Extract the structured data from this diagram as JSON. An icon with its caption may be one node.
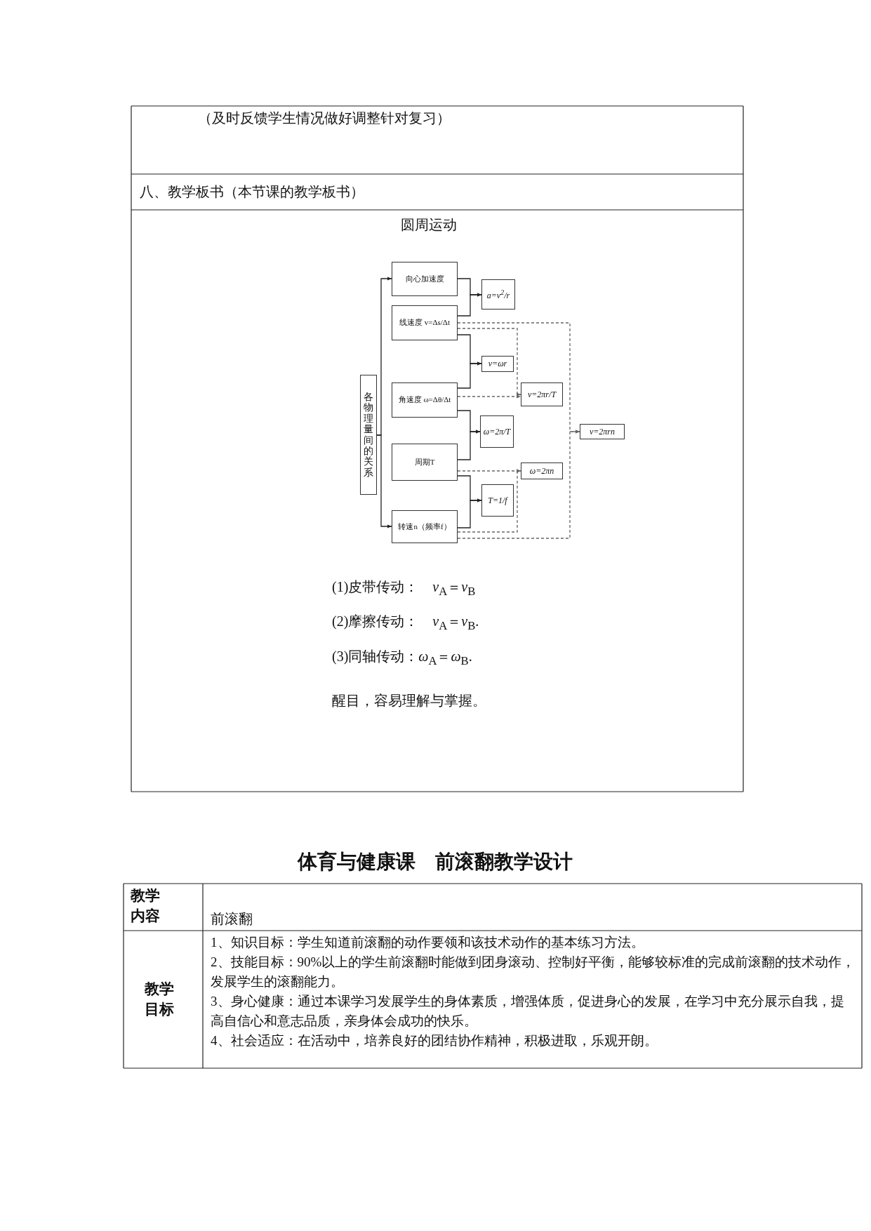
{
  "diagram": {
    "nodes": [
      {
        "text": [
          "各物理量间的关系"
        ]
      },
      {
        "text": [
          "向心加速度"
        ]
      },
      {
        "text": [
          "线速度 v=Δs/Δt"
        ]
      },
      {
        "text": [
          "角速度 ω=Δθ/Δt"
        ]
      },
      {
        "text": [
          "周期T"
        ]
      },
      {
        "text": [
          "转速n（频率f）"
        ]
      },
      {
        "text": [
          "a=v$^{2}$/r"
        ]
      },
      {
        "text": [
          "v=ωr"
        ]
      },
      {
        "text": [
          "ω=2π/T"
        ]
      },
      {
        "text": [
          "T=1/f"
        ]
      },
      {
        "text": [
          "v=2πr/T"
        ]
      },
      {
        "text": [
          "ω=2πn"
        ]
      },
      {
        "text": [
          "v=2πrn"
        ]
      }
    ],
    "edges": [
      {
        "from": 0,
        "to": 1,
        "arrow": "to"
      },
      {
        "from": 0,
        "to": 5,
        "arrow": "to"
      },
      {
        "from": 1,
        "to": 6,
        "arrow": "to"
      },
      {
        "from": 2,
        "to": 6,
        "arrow": "to"
      },
      {
        "from": 2,
        "to": 7,
        "arrow": "to"
      },
      {
        "from": 3,
        "to": 7,
        "arrow": "to"
      },
      {
        "from": 3,
        "to": 8,
        "arrow": "to"
      },
      {
        "from": 4,
        "to": 8,
        "arrow": "to"
      },
      {
        "from": 4,
        "to": 9,
        "arrow": "to"
      },
      {
        "from": 5,
        "to": 9,
        "arrow": "to"
      },
      {
        "from": 2,
        "to": 10,
        "arrow": "to",
        "style": "dashed",
        "color": "#666666"
      },
      {
        "from": 3,
        "to": 10,
        "arrow": "to",
        "style": "dashed",
        "color": "#666666"
      },
      {
        "from": 4,
        "to": 11,
        "arrow": "to",
        "style": "dashed",
        "color": "#666666"
      },
      {
        "from": 5,
        "to": 11,
        "arrow": "to",
        "style": "dashed",
        "color": "#666666"
      },
      {
        "from": 2,
        "to": 12,
        "arrow": "to",
        "style": "dashed",
        "color": "#666666"
      },
      {
        "from": 5,
        "to": 12,
        "arrow": "to",
        "style": "dashed",
        "color": "#666666"
      }
    ],
    "labels": [
      "（及时反馈学生情况做好调整针对复习）",
      "八、教学板书（本节课的教学板书）",
      "圆周运动",
      "(1)皮带传动：　*v*$_{A}$＝*v*$_{B}$",
      "(2)摩擦传动：　*v*$_{A}$＝*v*$_{B}$.",
      "(3)同轴传动：*ω*$_{A}$＝*ω*$_{B}$.",
      "醒目，容易理解与掌握。",
      "体育与健康课　前滚翻教学设计",
      "教学内容",
      "前滚翻",
      "教学目标",
      "1、知识目标：学生知道前滚翻的动作要领和该技术动作的基本练习方法。",
      "2、技能目标：90%以上的学生前滚翻时能做到团身滚动、控制好平衡，能够较标准的完成前滚翻的技术动作，发展学生的滚翻能力。",
      "3、身心健康：通过本课学习发展学生的身体素质，增强体质，促进身心的发展，在学习中充分展示自我，提高自信心和意志品质，亲身体会成功的快乐。",
      "4、社会适应：在活动中，培养良好的团结协作精神，积极进取，乐观开朗。"
    ]
  }
}
